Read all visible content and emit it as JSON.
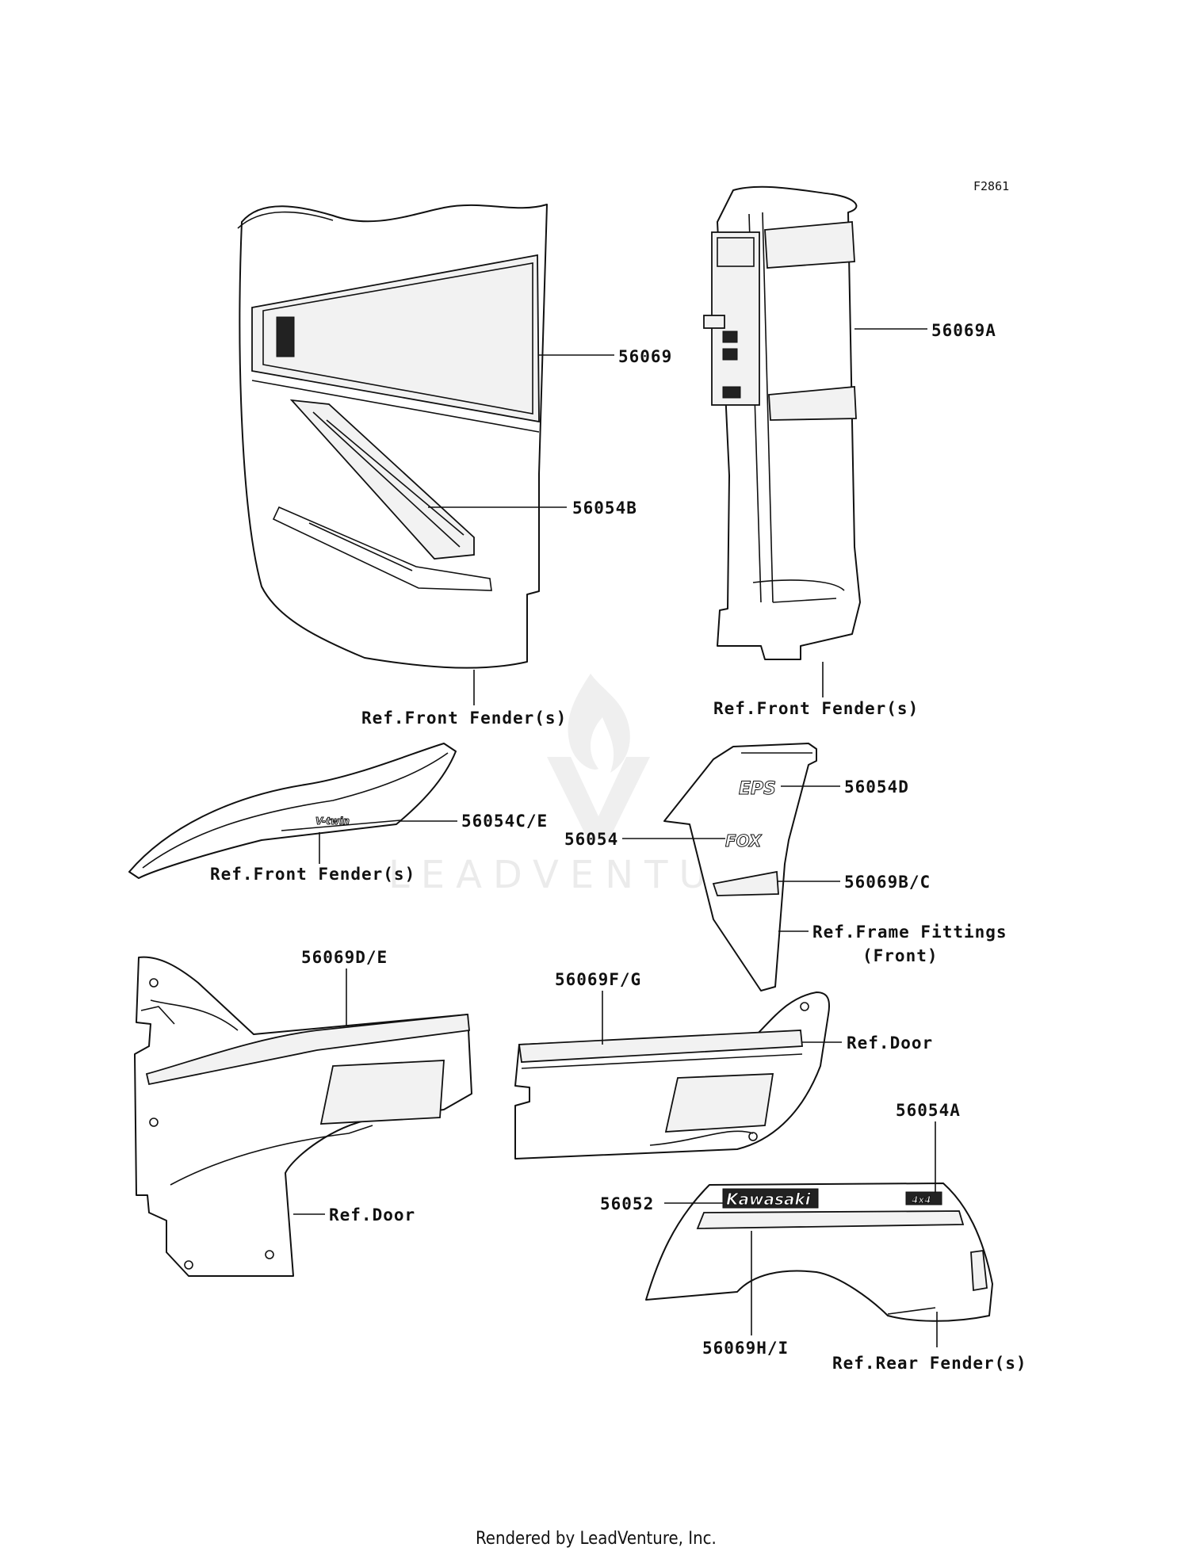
{
  "figure_code": "F2861",
  "watermark": "LEADVENTURE",
  "footer": "Rendered by LeadVenture, Inc.",
  "decals": {
    "kawasaki": "Kawasaki",
    "vtwin": "V-twin",
    "eps": "EPS",
    "fox": "FOX",
    "fourbyfour": "4x4"
  },
  "callouts": {
    "c56069": "56069",
    "c56054B": "56054B",
    "c56069A": "56069A",
    "c56054CE": "56054C/E",
    "c56054D": "56054D",
    "c56054": "56054",
    "c56069BC": "56069B/C",
    "c56069DE": "56069D/E",
    "c56069FG": "56069F/G",
    "c56054A": "56054A",
    "c56052": "56052",
    "c56069HI": "56069H/I"
  },
  "references": {
    "front_fender_1": "Ref.Front Fender(s)",
    "front_fender_2": "Ref.Front Fender(s)",
    "front_fender_3": "Ref.Front Fender(s)",
    "frame_fittings_1": "Ref.Frame Fittings",
    "frame_fittings_2": "(Front)",
    "door_1": "Ref.Door",
    "door_2": "Ref.Door",
    "rear_fender": "Ref.Rear Fender(s)"
  }
}
